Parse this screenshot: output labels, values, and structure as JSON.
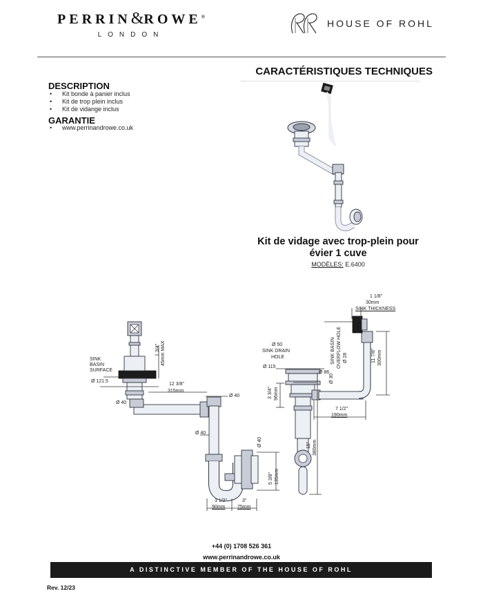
{
  "header": {
    "brand_left_1": "PERRIN",
    "brand_left_amp": "&",
    "brand_left_2": "ROWE",
    "brand_left_reg": "®",
    "brand_left_sub": "LONDON",
    "brand_right_mono": "RR",
    "brand_right": "HOUSE OF ROHL"
  },
  "description": {
    "title": "DESCRIPTION",
    "items": [
      "Kit bonde à  panier inclus",
      "Kit de trop plein inclus",
      "Kit de vidange inclus"
    ]
  },
  "warranty": {
    "title": "GARANTIE",
    "items": [
      "www.perrinandrowe.co.uk"
    ]
  },
  "technical": {
    "title": "CARACTÉRISTIQUES TECHNIQUES"
  },
  "product": {
    "title_line1": "Kit de vidage avec trop-plein pour",
    "title_line2": "évier 1 cuve",
    "models_label": "MODÈLES:",
    "models_value": "E.6400"
  },
  "dimensions": {
    "left": {
      "sink_basin_surface": [
        "SINK",
        "BASIN",
        "SURFACE"
      ],
      "max_height_frac": "1 3/4\"",
      "max_height_mm": "45mm MAX",
      "d121": "Ø 121.5",
      "d40_a": "Ø 40",
      "len_in": "12 3/8\"",
      "len_mm": "315mm",
      "d40_b": "Ø 40",
      "d40_c": "Ø 40",
      "d40_d": "Ø 40",
      "h_in": "5 3/8\"",
      "h_mm": "135mm",
      "w1_in": "3 1/2\"",
      "w1_mm": "90mm",
      "w2_in": "3\"",
      "w2_mm": "75mm"
    },
    "right": {
      "thick_in": "1 1/8\"",
      "thick_mm": "30mm",
      "thick_label": "SINK THICKNESS",
      "d50": "Ø 50",
      "drain_label_1": "SINK DRAIN",
      "drain_label_2": "HOLE",
      "d115": "Ø 115",
      "d86": "Ø 86",
      "overflow_1": "SINK BASIN",
      "overflow_2": "OVERFLOW HOLE",
      "d28": "Ø 28",
      "d30": "Ø 30",
      "h_over_in": "11 7/8\"",
      "h_over_mm": "300mm",
      "h_top_in": "3 3/4\"",
      "h_top_mm": "96mm",
      "h_total_in": "15\"",
      "h_total_mm": "380mm",
      "w_in": "7 1/2\"",
      "w_mm": "190mm"
    }
  },
  "footer": {
    "phone": "+44 (0) 1708 526 361",
    "web": "www.perrinandrowe.co.uk",
    "banner": "A DISTINCTIVE MEMBER OF THE HOUSE OF ROHL",
    "rev": "Rev. 12/23"
  }
}
